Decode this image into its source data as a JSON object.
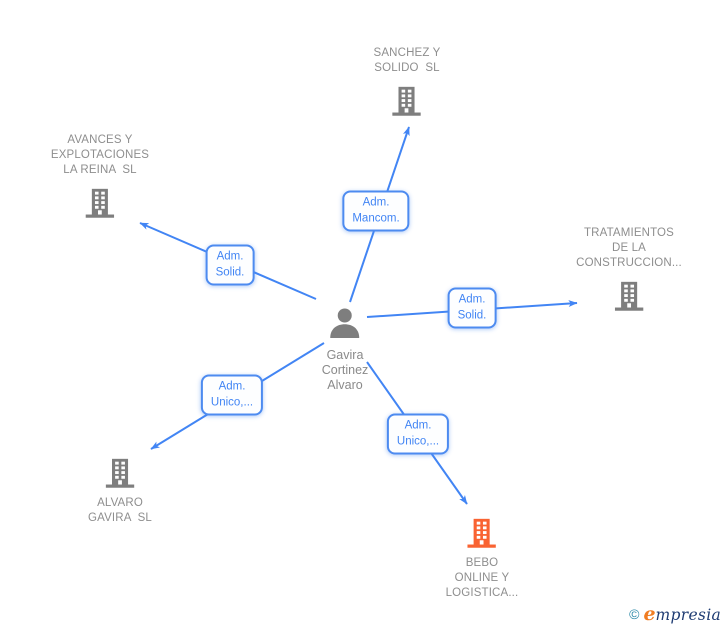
{
  "colors": {
    "arrow_blue": "#4285f4",
    "label_border_blue": "#4d8bf0",
    "node_text_gray": "#8e8e8e",
    "icon_gray": "#7e7e7e",
    "highlight_orange": "#f96332",
    "logo_teal": "#2e8aa8",
    "logo_orange": "#f07c22",
    "logo_navy": "#1f3c73"
  },
  "diagram": {
    "person": {
      "name": "Gavira Cortinez Alvaro",
      "lines": [
        "Gavira",
        "Cortinez",
        "Alvaro"
      ]
    },
    "companies": [
      {
        "name": "SANCHEZ Y SOLIDO SL",
        "lines": [
          "SANCHEZ Y",
          "SOLIDO  SL"
        ],
        "highlighted": false
      },
      {
        "name": "AVANCES Y EXPLOTACIONES LA REINA SL",
        "lines": [
          "AVANCES Y",
          "EXPLOTACIONES",
          "LA REINA  SL"
        ],
        "highlighted": false
      },
      {
        "name": "TRATAMIENTOS DE LA CONSTRUCCION...",
        "lines": [
          "TRATAMIENTOS",
          "DE LA",
          "CONSTRUCCION..."
        ],
        "highlighted": false
      },
      {
        "name": "ALVARO GAVIRA SL",
        "lines": [
          "ALVARO",
          "GAVIRA  SL"
        ],
        "highlighted": false
      },
      {
        "name": "BEBO ONLINE Y LOGISTICA...",
        "lines": [
          "BEBO",
          "ONLINE Y",
          "LOGISTICA..."
        ],
        "highlighted": true
      }
    ],
    "edges": [
      {
        "label": "Adm. Mancom.",
        "label_lines": [
          "Adm.",
          "Mancom."
        ],
        "from": "Gavira Cortinez Alvaro",
        "to": "SANCHEZ Y SOLIDO SL"
      },
      {
        "label": "Adm. Solid.",
        "label_lines": [
          "Adm.",
          "Solid."
        ],
        "from": "Gavira Cortinez Alvaro",
        "to": "AVANCES Y EXPLOTACIONES LA REINA SL"
      },
      {
        "label": "Adm. Solid.",
        "label_lines": [
          "Adm.",
          "Solid."
        ],
        "from": "Gavira Cortinez Alvaro",
        "to": "TRATAMIENTOS DE LA CONSTRUCCION..."
      },
      {
        "label": "Adm. Unico,...",
        "label_lines": [
          "Adm.",
          "Unico,..."
        ],
        "from": "Gavira Cortinez Alvaro",
        "to": "ALVARO GAVIRA SL"
      },
      {
        "label": "Adm. Unico,...",
        "label_lines": [
          "Adm.",
          "Unico,..."
        ],
        "from": "Gavira Cortinez Alvaro",
        "to": "BEBO ONLINE Y LOGISTICA..."
      }
    ]
  },
  "logo": {
    "copyright": "©",
    "brand_e": "e",
    "brand_rest": "mpresia"
  }
}
